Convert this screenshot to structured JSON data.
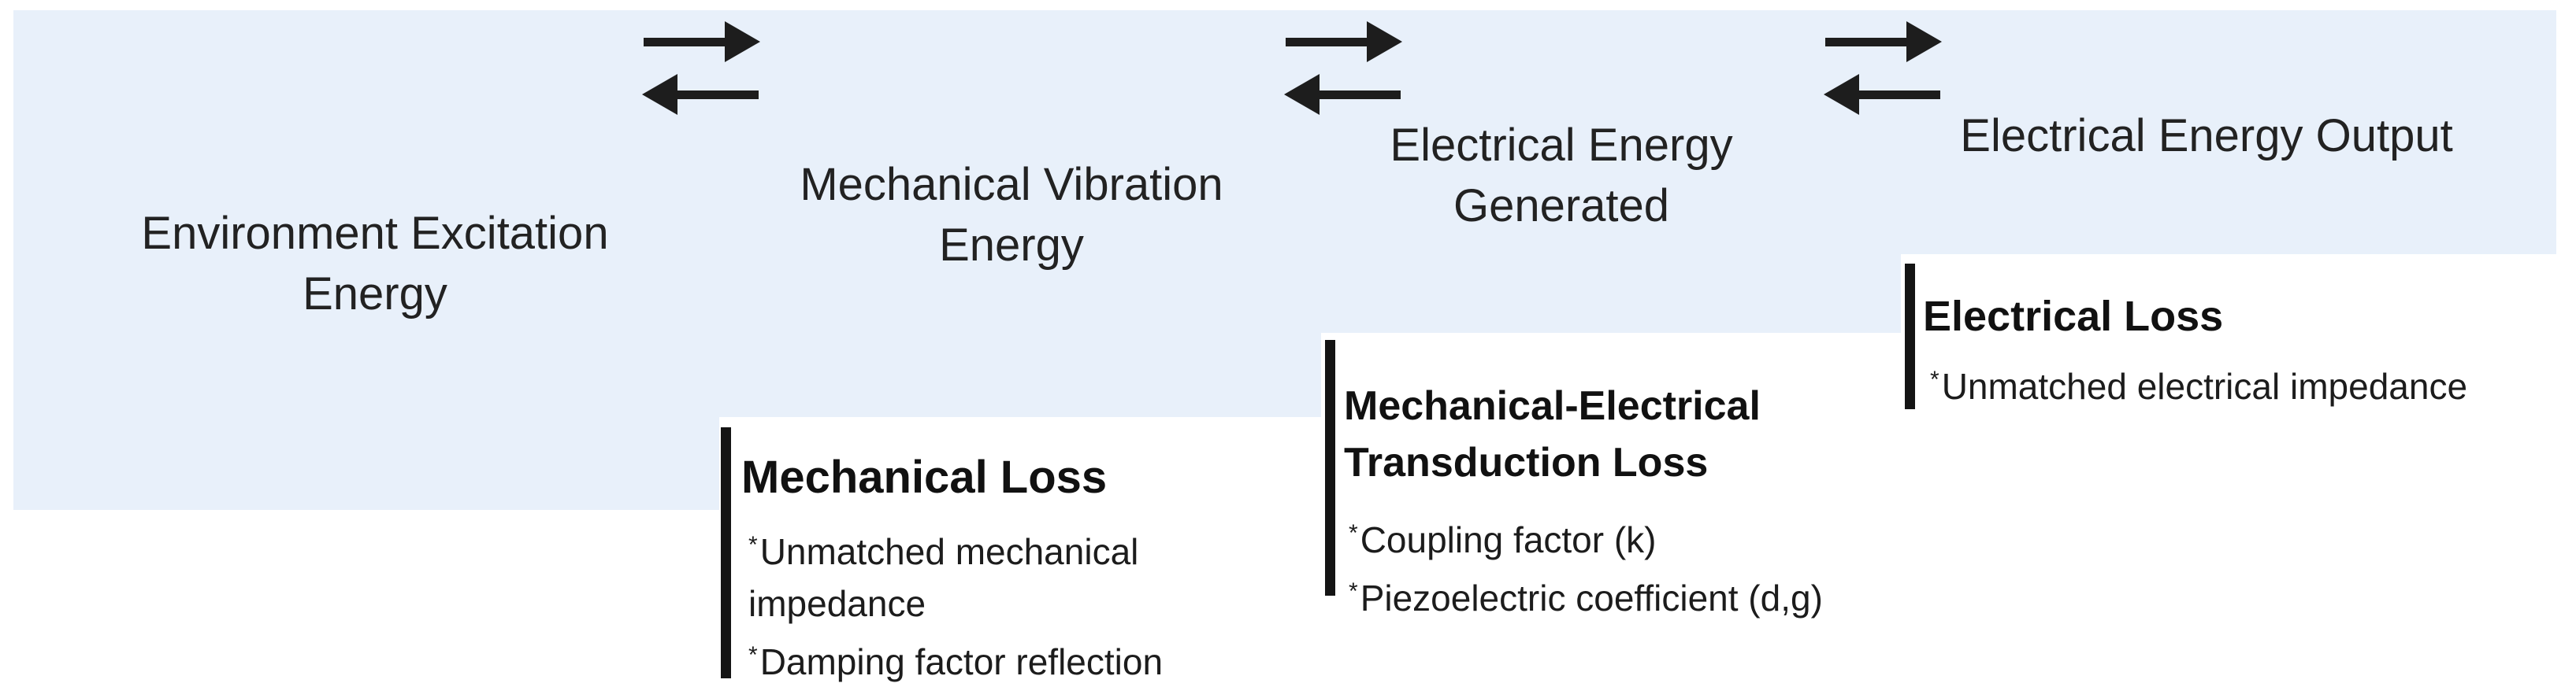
{
  "diagram": {
    "stages": [
      {
        "lines": [
          "Environment Excitation",
          "Energy"
        ]
      },
      {
        "lines": [
          "Mechanical Vibration",
          "Energy"
        ]
      },
      {
        "lines": [
          "Electrical Energy",
          "Generated"
        ]
      },
      {
        "lines": [
          "Electrical Energy Output"
        ]
      }
    ],
    "losses": [
      {
        "title_lines": [
          "Mechanical Loss"
        ],
        "bullets": [
          {
            "marker": "*",
            "lines": [
              "Unmatched mechanical",
              "impedance"
            ]
          },
          {
            "marker": "*",
            "lines": [
              "Damping factor reflection"
            ]
          }
        ]
      },
      {
        "title_lines": [
          "Mechanical-Electrical",
          "Transduction Loss"
        ],
        "bullets": [
          {
            "marker": "*",
            "lines": [
              "Coupling factor (k)"
            ]
          },
          {
            "marker": "*",
            "lines": [
              "Piezoelectric coefficient (d,g)"
            ]
          }
        ]
      },
      {
        "title_lines": [
          "Electrical Loss"
        ],
        "bullets": [
          {
            "marker": "*",
            "lines": [
              "Unmatched electrical impedance"
            ]
          }
        ]
      }
    ],
    "icons": {
      "forward_arrow": "right-arrow-icon",
      "backward_arrow": "left-arrow-icon"
    },
    "colors": {
      "band_blue": "#e8f0fa",
      "ink": "#222222",
      "bar_black": "#141414",
      "arrow_black": "#1d1d1d"
    }
  }
}
